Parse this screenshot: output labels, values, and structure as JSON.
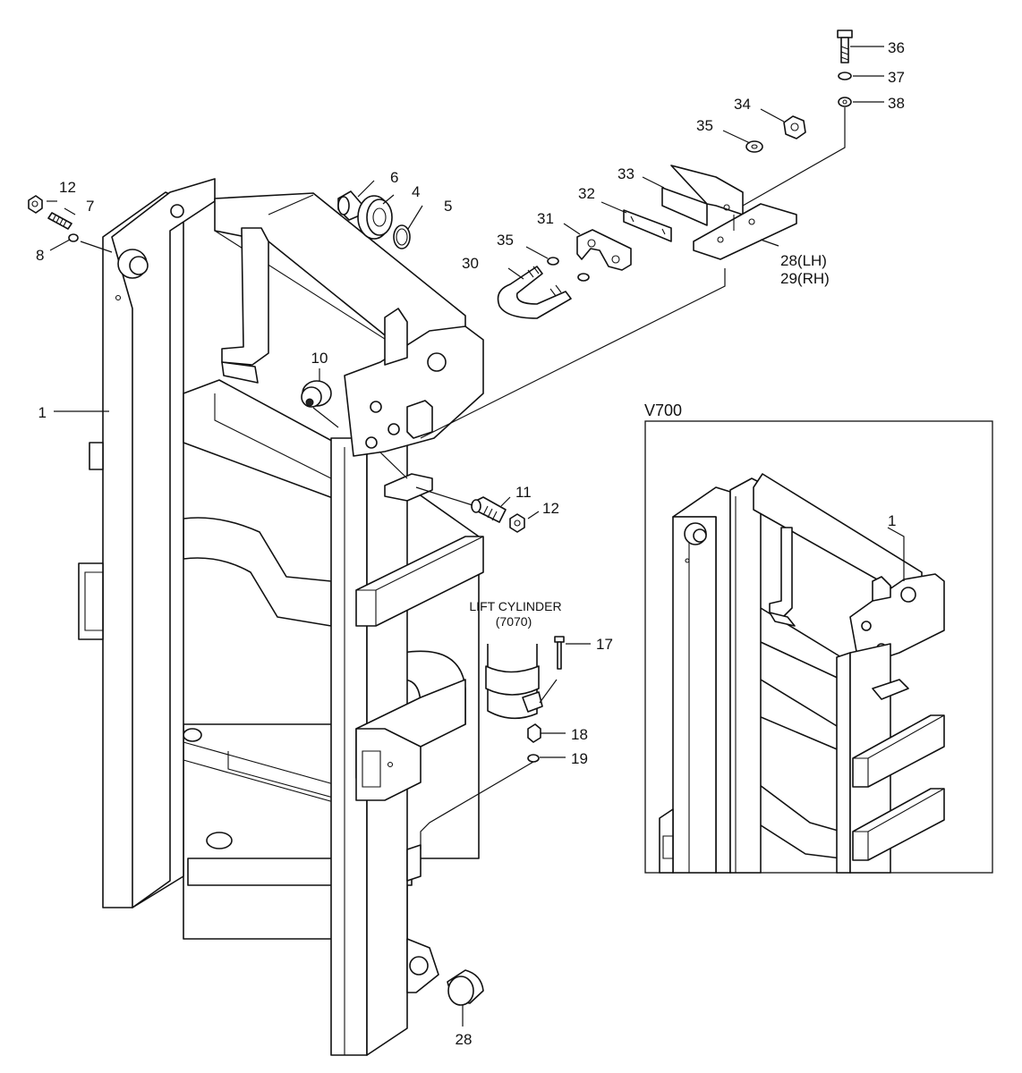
{
  "callouts": {
    "c1": "1",
    "c4": "4",
    "c5": "5",
    "c6": "6",
    "c7": "7",
    "c8": "8",
    "c10": "10",
    "c11": "11",
    "c12a": "12",
    "c12b": "12",
    "c17": "17",
    "c18": "18",
    "c19": "19",
    "c28a": "28(LH)",
    "c29": "29(RH)",
    "c28b": "28",
    "c30": "30",
    "c31": "31",
    "c32": "32",
    "c33": "33",
    "c34": "34",
    "c35a": "35",
    "c35b": "35",
    "c36": "36",
    "c37": "37",
    "c38": "38"
  },
  "lift_cylinder": {
    "line1": "LIFT CYLINDER",
    "line2": "(7070)"
  },
  "inset": {
    "title": "V700",
    "callout": "1"
  }
}
